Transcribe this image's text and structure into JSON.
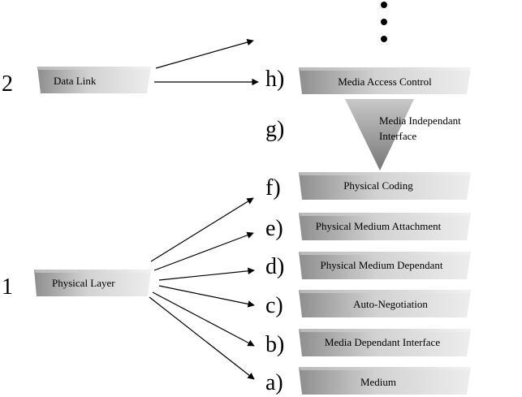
{
  "layers": [
    {
      "number": "2",
      "label": "Data Link"
    },
    {
      "number": "1",
      "label": "Physical Layer"
    }
  ],
  "sublayers": [
    {
      "letter": "h)",
      "label": "Media Access Control"
    },
    {
      "letter": "g)",
      "label": "Media Independant Interface"
    },
    {
      "letter": "f)",
      "label": "Physical Coding"
    },
    {
      "letter": "e)",
      "label": "Physical Medium Attachment"
    },
    {
      "letter": "d)",
      "label": "Physical Medium Dependant"
    },
    {
      "letter": "c)",
      "label": "Auto-Negotiation"
    },
    {
      "letter": "b)",
      "label": "Media Dependant Interface"
    },
    {
      "letter": "a)",
      "label": "Medium"
    }
  ],
  "continuation": "ellipsis-vertical",
  "colors": {
    "box_light": "#e6e6e6",
    "box_mid": "#bdbdbd",
    "box_dark": "#8e8e8e",
    "line": "#000000"
  }
}
